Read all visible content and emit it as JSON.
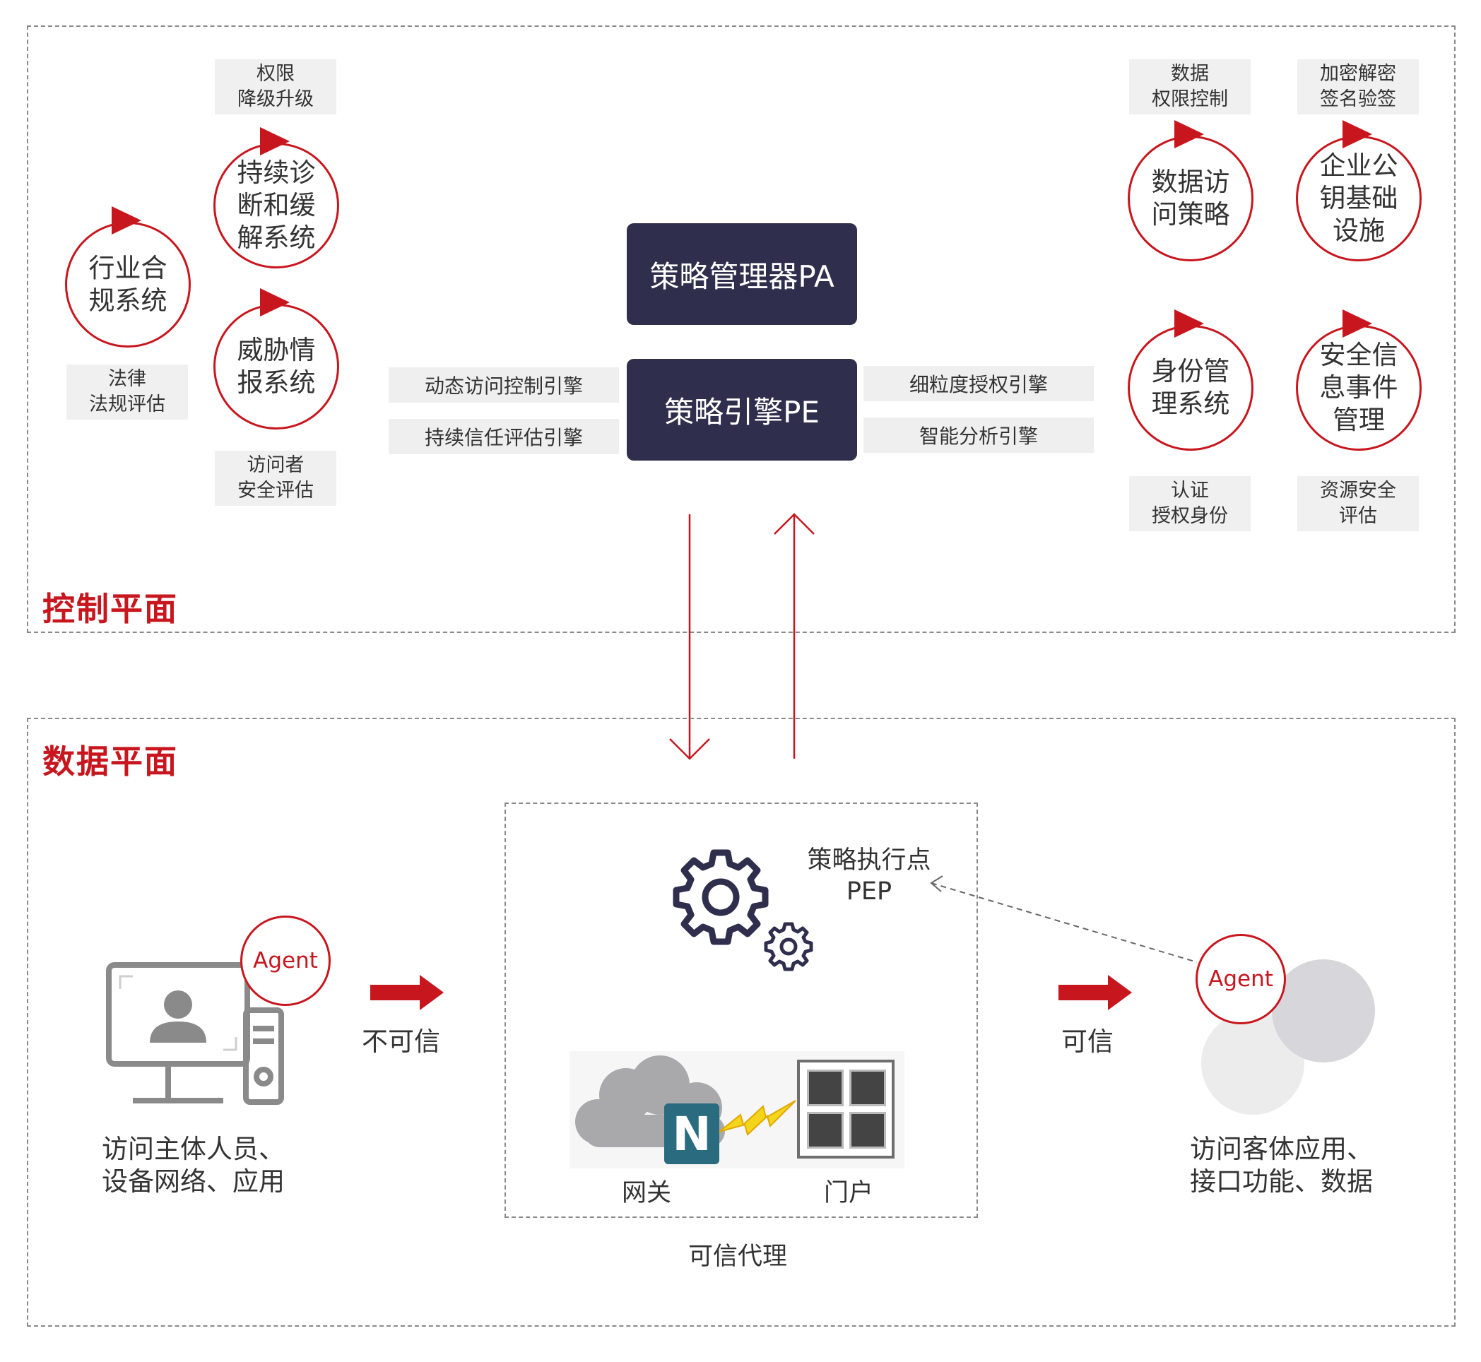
{
  "control_plane": {
    "title": "控制平面",
    "pa_label": "策略管理器PA",
    "pe_label": "策略引擎PE",
    "left_engines": [
      "动态访问控制引擎",
      "持续信任评估引擎"
    ],
    "right_engines": [
      "细粒度授权引擎",
      "智能分析引擎"
    ],
    "circles": {
      "industry": "行业合\n规系统",
      "diagnosis": "持续诊\n断和缓\n解系统",
      "threat": "威胁情\n报系统",
      "data_access": "数据访\n问策略",
      "pki": "企业公\n钥基础\n设施",
      "identity": "身份管\n理系统",
      "siem": "安全信\n息事件\n管理"
    },
    "tags": {
      "permission": "权限\n降级升级",
      "law": "法律\n法规评估",
      "visitor": "访问者\n安全评估",
      "data_perm": "数据\n权限控制",
      "crypto": "加密解密\n签名验签",
      "auth": "认证\n授权身份",
      "resource": "资源安全\n评估"
    }
  },
  "data_plane": {
    "title": "数据平面",
    "pep_label": "策略执行点\nPEP",
    "untrusted_label": "不可信",
    "trusted_label": "可信",
    "agent_label": "Agent",
    "subject_label": "访问主体人员、\n设备网络、应用",
    "object_label": "访问客体应用、\n接口功能、数据",
    "gateway_label": "网关",
    "portal_label": "门户",
    "proxy_label": "可信代理",
    "gateway_letter": "N"
  },
  "colors": {
    "accent_red": "#c8161e",
    "dark_box": "#2f2e4c",
    "tag_bg": "#f0f0f0"
  }
}
